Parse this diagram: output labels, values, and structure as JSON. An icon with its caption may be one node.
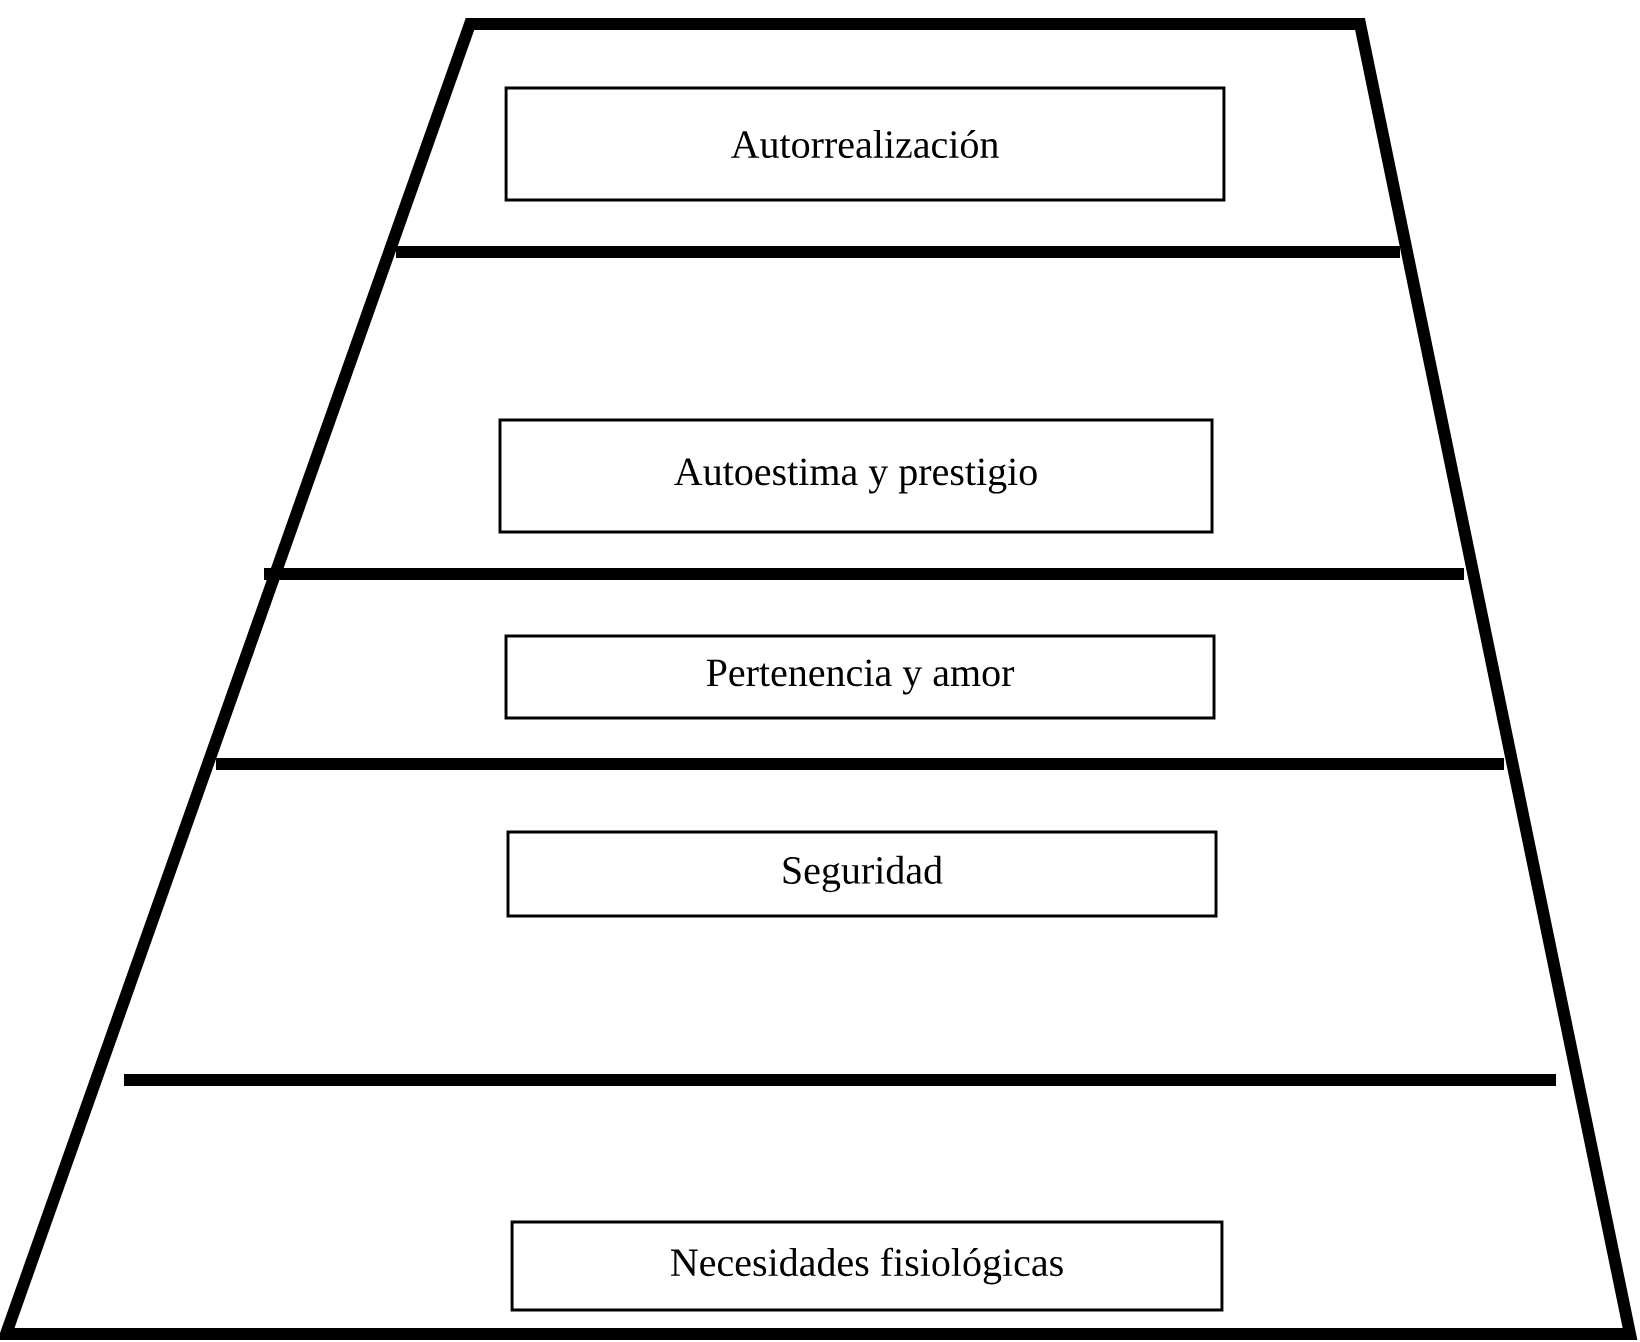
{
  "diagram": {
    "nodes": [
      {
        "text": [
          "Autorrealización"
        ]
      },
      {
        "text": [
          "Autoestima y prestigio"
        ]
      },
      {
        "text": [
          "Pertenencia y amor"
        ]
      },
      {
        "text": [
          "Seguridad"
        ]
      },
      {
        "text": [
          "Necesidades fisiológicas"
        ]
      }
    ]
  }
}
